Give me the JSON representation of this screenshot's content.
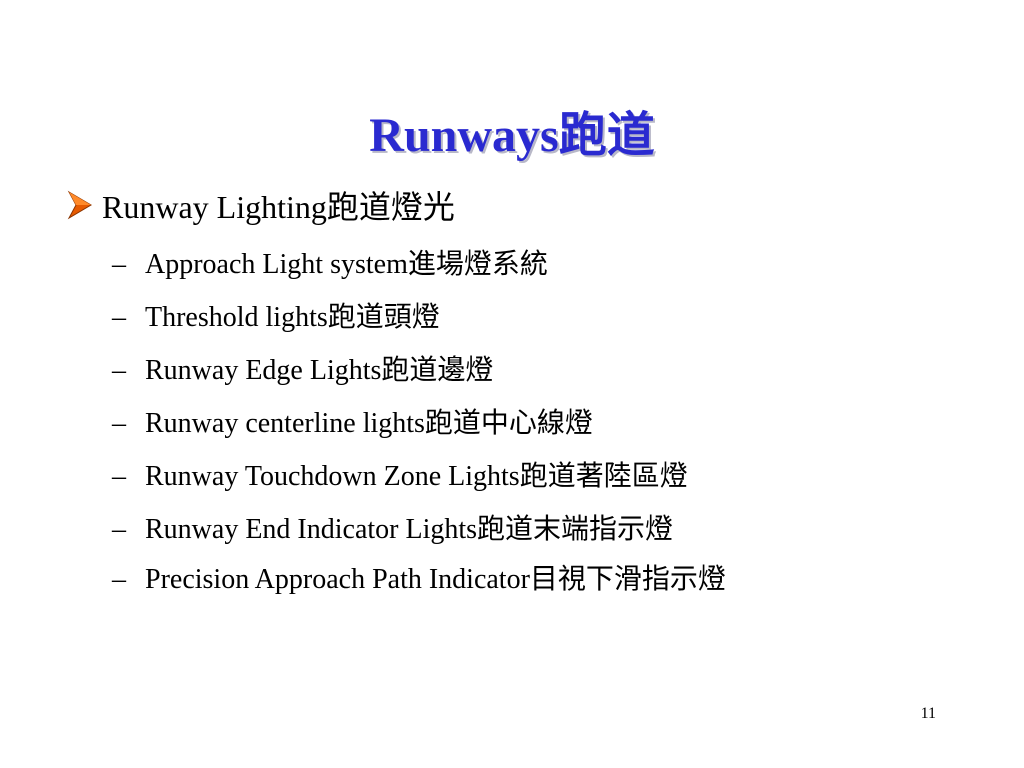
{
  "slide": {
    "title": "Runways跑道",
    "bullet": {
      "icon": "arrow-bullet-icon",
      "icon_color": "#e65a00",
      "text": "Runway Lighting跑道燈光"
    },
    "sub_items": [
      {
        "dash": "–",
        "text": "Approach Light system進場燈系統"
      },
      {
        "dash": "–",
        "text": "Threshold lights跑道頭燈"
      },
      {
        "dash": "–",
        "text": "Runway Edge Lights跑道邊燈"
      },
      {
        "dash": "–",
        "text": "Runway centerline lights跑道中心線燈"
      },
      {
        "dash": "–",
        "text": "Runway Touchdown Zone Lights跑道著陸區燈"
      },
      {
        "dash": "–",
        "text": "Runway End Indicator Lights跑道末端指示燈"
      },
      {
        "dash": "–",
        "text": "Precision Approach Path Indicator目視下滑指示燈"
      }
    ],
    "page_number": "11",
    "title_color": "#2a2ad0"
  }
}
